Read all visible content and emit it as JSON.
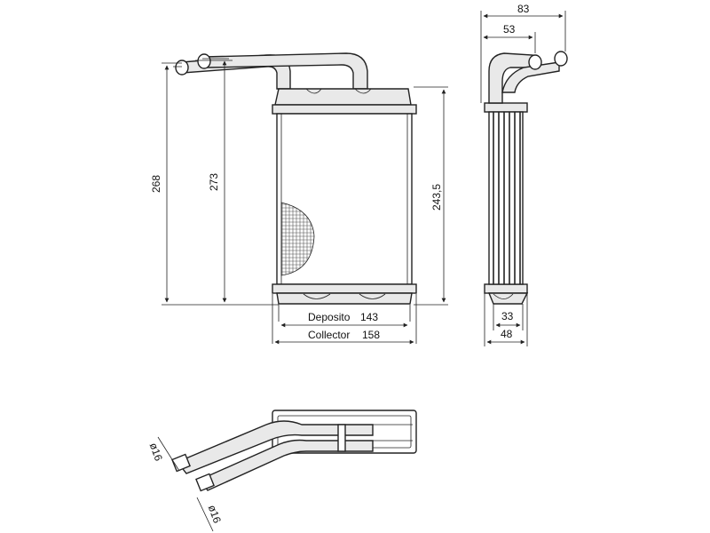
{
  "dimensions": {
    "overall_height_268": "268",
    "height_273": "273",
    "core_height": "243,5",
    "top_width_83": "83",
    "top_width_53": "53",
    "depth_33": "33",
    "depth_48": "48",
    "tank_label": "Deposito",
    "tank_value": "143",
    "header_label": "Collector",
    "header_value": "158",
    "pipe_dia_1": "ø16",
    "pipe_dia_2": "ø16"
  }
}
